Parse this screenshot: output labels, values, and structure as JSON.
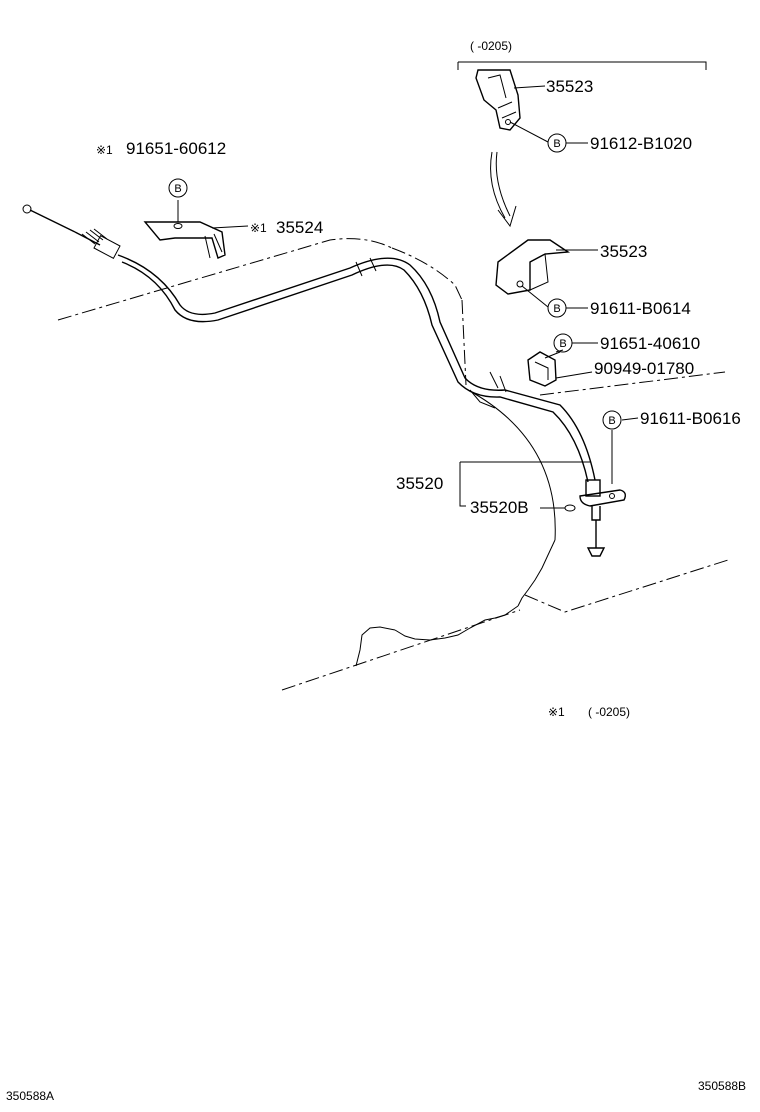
{
  "callouts": {
    "range_top": "(    -0205)",
    "p35523_top": "35523",
    "p91612_B1020": "91612-B1020",
    "p35523_mid": "35523",
    "p91611_B0614": "91611-B0614",
    "p91651_40610": "91651-40610",
    "p90949_01780": "90949-01780",
    "p91611_B0616": "91611-B0616",
    "p35520": "35520",
    "p35520B": "35520B",
    "p91651_60612": "91651-60612",
    "p35524": "35524",
    "mark_1a": "※1",
    "mark_1b": "※1",
    "footnote_mark": "※1",
    "footnote_range": "(    -0205)"
  },
  "bolt_marker": "B",
  "codes": {
    "left": "350588A",
    "right": "350588B"
  },
  "icons": [
    "bolt-marker-icon",
    "bracket-icon",
    "clip-icon",
    "cable-icon",
    "arrow-icon"
  ]
}
